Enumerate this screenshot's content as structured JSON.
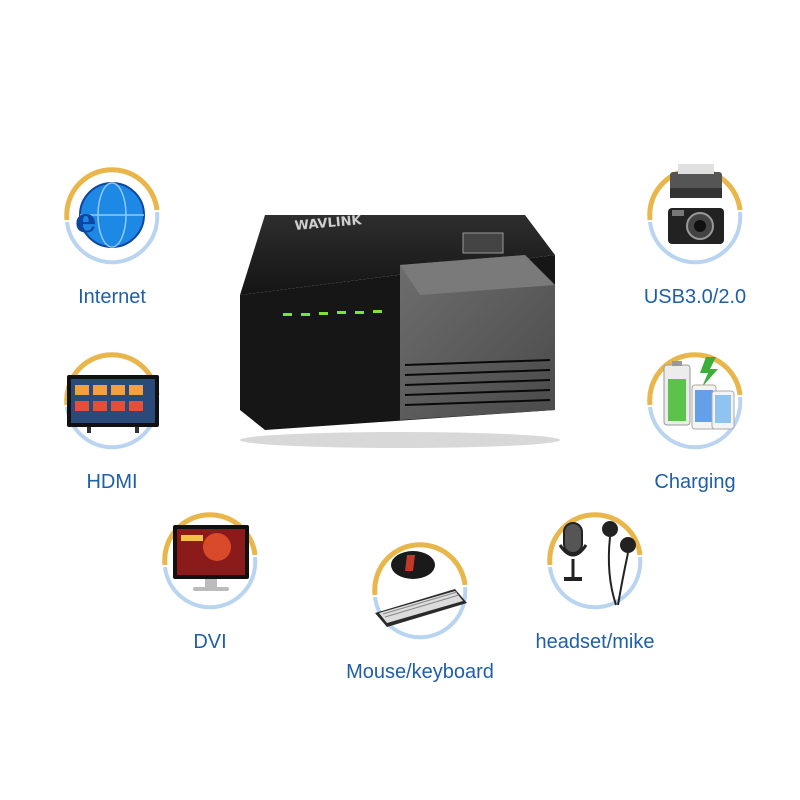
{
  "brand": {
    "logo_text": "WAVLINK"
  },
  "features": [
    {
      "id": "internet",
      "label": "Internet"
    },
    {
      "id": "usb",
      "label": "USB3.0/2.0"
    },
    {
      "id": "hdmi",
      "label": "HDMI"
    },
    {
      "id": "charging",
      "label": "Charging"
    },
    {
      "id": "dvi",
      "label": "DVI"
    },
    {
      "id": "mouse",
      "label": "Mouse/keyboard"
    },
    {
      "id": "headset",
      "label": "headset/mike"
    }
  ],
  "colors": {
    "label": "#1f5fa8",
    "ring_gold": "#e8b64a",
    "ring_blue": "#8fb8e6",
    "led": "#7de33a",
    "dock_body": "#1b1b1b",
    "dock_panel": "#5a5a5a"
  },
  "icons": [
    "globe-icon",
    "printer-camera-icon",
    "tv-icon",
    "battery-phones-icon",
    "monitor-icon",
    "mouse-keyboard-icon",
    "microphone-earphones-icon"
  ]
}
